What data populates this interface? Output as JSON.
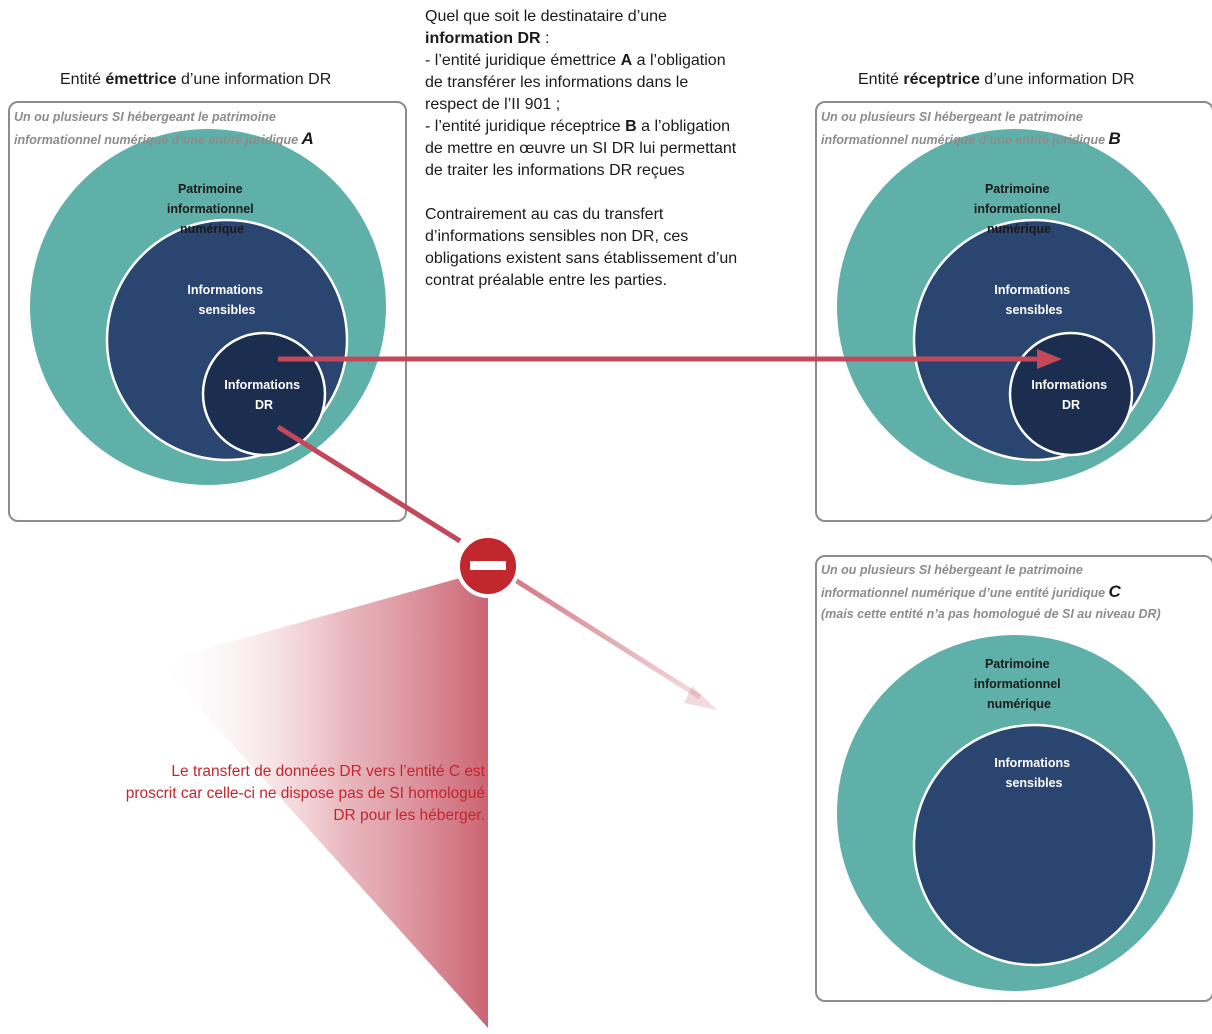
{
  "headings": {
    "sender": {
      "pre": "Entité ",
      "bold": "émettrice",
      "post": " d’une information DR"
    },
    "receiver": {
      "pre": "Entité ",
      "bold": "réceptrice",
      "post": " d’une information DR"
    }
  },
  "explanation": {
    "line1": "Quel que soit le destinataire d’une",
    "line2_bold": "information DR",
    "line2_post": " :",
    "line3_pre": "- l’entité juridique émettrice ",
    "line3_bold": "A",
    "line3_post": " a l’obligation",
    "line4": "de transférer les informations dans le",
    "line5": "respect de l’II 901  ;",
    "line6_pre": "- l’entité juridique réceptrice ",
    "line6_bold": "B",
    "line6_post": " a l’obligation",
    "line7": "de mettre en œuvre un SI DR lui permettant",
    "line8": "de traiter les informations DR reçues",
    "para2_line1": "Contrairement au cas du transfert",
    "para2_line2": "d’informations sensibles non DR, ces",
    "para2_line3": "obligations existent sans établissement d’un",
    "para2_line4": "contrat préalable entre les parties."
  },
  "entities": {
    "a": {
      "note_line1": "Un ou plusieurs SI hébergeant le patrimoine",
      "note_line2": "informationnel numérique d’une entité juridique ",
      "letter": "A"
    },
    "b": {
      "note_line1": "Un ou plusieurs SI hébergeant le patrimoine",
      "note_line2": "informationnel numérique d’une entité juridique ",
      "letter": "B"
    },
    "c": {
      "note_line1": "Un ou plusieurs SI hébergeant le patrimoine",
      "note_line2": "informationnel numérique d’une entité juridique ",
      "letter": "C",
      "note_line3": "(mais cette entité n’a pas homologué de SI au niveau DR)"
    }
  },
  "circles": {
    "patrimoine": [
      "Patrimoine",
      "informationnel",
      "numérique"
    ],
    "sensibles": [
      "Informations",
      "sensibles"
    ],
    "dr": [
      "Informations",
      "DR"
    ]
  },
  "warning": {
    "line1": "Le transfert de données DR vers l’entité C est",
    "line2": "proscrit car celle-ci ne dispose pas de SI homologué",
    "line3": "DR pour les héberger."
  },
  "colors": {
    "teal": "#5fb0a9",
    "navy": "#2a4570",
    "dark_navy": "#1c2e4f",
    "arrow_red": "#c2485a",
    "stop_red": "#c1272d",
    "border_gray": "#8c8c8c"
  }
}
